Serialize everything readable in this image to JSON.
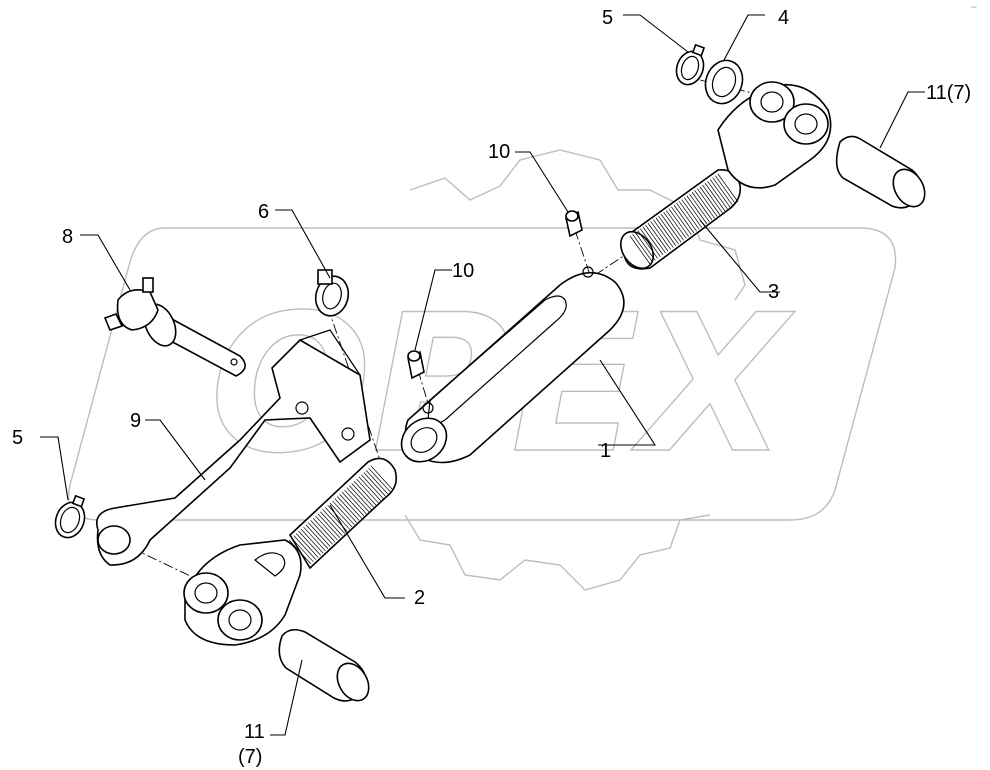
{
  "diagram": {
    "watermark": "OPEX",
    "callouts": {
      "c1": "1",
      "c2": "2",
      "c3": "3",
      "c4": "4",
      "c5_top": "5",
      "c5_left": "5",
      "c6": "6",
      "c8": "8",
      "c9": "9",
      "c10_top": "10",
      "c10_mid": "10",
      "c11_top": "11(7)",
      "c11_bottom": "11",
      "c11_bottom_sub": "(7)"
    }
  }
}
